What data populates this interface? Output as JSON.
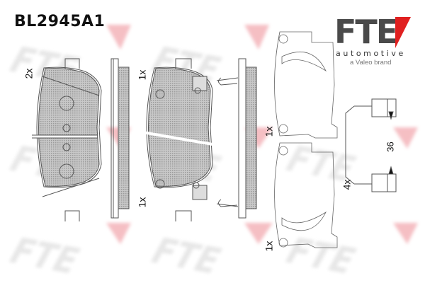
{
  "title": "BL2945A1",
  "brand": {
    "name": "FTE",
    "tagline": "automotive",
    "subtagline": "a Valeo brand",
    "text_color": "#4a4a4a",
    "accent_color": "#e02020"
  },
  "watermark": {
    "text": "FTE",
    "color": "#e8e8e8",
    "accent_color": "#f4b8bd"
  },
  "labels": {
    "pad_left_qty": "2x",
    "pad_mid_top_qty": "1x",
    "pad_mid_bottom_qty": "1x",
    "shim_top_qty": "1x",
    "shim_bottom_qty": "1x",
    "clip_qty": "4x",
    "clip_dimension": "36"
  }
}
